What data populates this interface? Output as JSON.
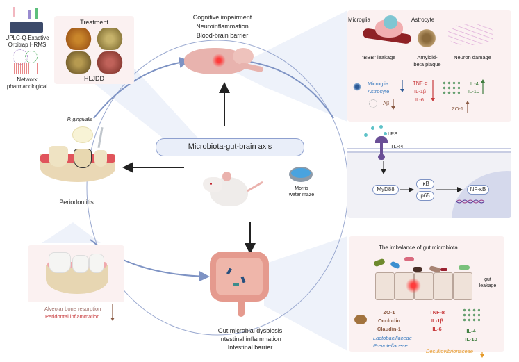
{
  "left_column": {
    "instrument_label_1": "UPLC-Q-Exactive",
    "instrument_label_2": "Orbitrap HRMS",
    "network_label_1": "Network",
    "network_label_2": "pharmacological"
  },
  "treatment": {
    "title": "Treatment",
    "name": "HLJDD"
  },
  "brain": {
    "lines": [
      "Cognitive impairment",
      "Neuroinflammation",
      "Blood-brain barrier"
    ]
  },
  "center": {
    "axis_label": "Microbiota-gut-brain axis",
    "maze_label_1": "Morris",
    "maze_label_2": "water maze"
  },
  "periodontitis": {
    "pathogen": "P. gingivalis",
    "label": "Periodontitis",
    "outcome_1": "Alveolar bone resorption",
    "outcome_2": "Peridontal inflammation"
  },
  "gut": {
    "lines": [
      "Gut microbial dysbiosis",
      "Intestinal inflammation",
      "Intestinal barrier"
    ]
  },
  "brain_panel": {
    "microglia": "Microglia",
    "astrocyte": "Astrocyte",
    "bbb": "\"BBB\" leakage",
    "amyloid_1": "Amyloid-",
    "amyloid_2": "beta plaque",
    "neuron": "Neuron damage",
    "down_cells": [
      "Microglia",
      "Astrocyte"
    ],
    "abeta": "Aβ",
    "cytokines_down": [
      "TNF-α",
      "IL-1β",
      "IL-6"
    ],
    "cytokines_up": [
      "IL-4",
      "IL-10"
    ],
    "zo1": "ZO-1"
  },
  "signaling_panel": {
    "lps": "LPS",
    "tlr4": "TLR4",
    "myd88": "MyD88",
    "ikb": "IκB",
    "p65": "p65",
    "nfkb": "NF-κB"
  },
  "gut_panel": {
    "title": "The imbalance of gut microbiota",
    "leak_1": "gut",
    "leak_2": "leakage",
    "tight_junctions": [
      "ZO-1",
      "Occludin",
      "Claudin-1"
    ],
    "cytokines_down": [
      "TNF-α",
      "IL-1β",
      "IL-6"
    ],
    "cytokines_up": [
      "IL-4",
      "IL-10"
    ],
    "bacteria_up": [
      "Lactobacillaceae",
      "Prevotellaceae"
    ],
    "bacteria_down": "Desulfovibrionaceae"
  },
  "colors": {
    "blue_text": "#3a7bbf",
    "red_text": "#c8393b",
    "green_text": "#3f7d3f",
    "brown_text": "#8a5a44",
    "orange_text": "#e59a2a",
    "arc": "#7e93c4"
  }
}
